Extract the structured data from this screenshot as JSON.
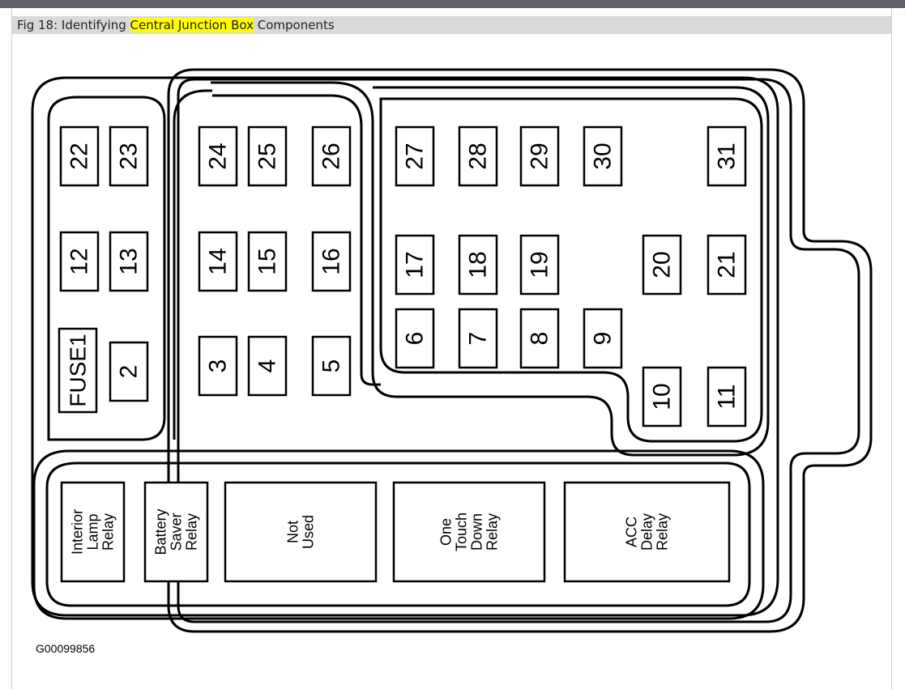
{
  "caption": {
    "prefix": "Fig 18: Identifying ",
    "highlight": "Central Junction Box",
    "suffix": " Components"
  },
  "highlight_color": "#ffff00",
  "fuses": [
    {
      "id": "22",
      "label": "22"
    },
    {
      "id": "23",
      "label": "23"
    },
    {
      "id": "24",
      "label": "24"
    },
    {
      "id": "25",
      "label": "25"
    },
    {
      "id": "26",
      "label": "26"
    },
    {
      "id": "27",
      "label": "27"
    },
    {
      "id": "28",
      "label": "28"
    },
    {
      "id": "29",
      "label": "29"
    },
    {
      "id": "30",
      "label": "30"
    },
    {
      "id": "31",
      "label": "31"
    },
    {
      "id": "12",
      "label": "12"
    },
    {
      "id": "13",
      "label": "13"
    },
    {
      "id": "14",
      "label": "14"
    },
    {
      "id": "15",
      "label": "15"
    },
    {
      "id": "16",
      "label": "16"
    },
    {
      "id": "17",
      "label": "17"
    },
    {
      "id": "18",
      "label": "18"
    },
    {
      "id": "19",
      "label": "19"
    },
    {
      "id": "20",
      "label": "20"
    },
    {
      "id": "21",
      "label": "21"
    },
    {
      "id": "6",
      "label": "6"
    },
    {
      "id": "7",
      "label": "7"
    },
    {
      "id": "8",
      "label": "8"
    },
    {
      "id": "9",
      "label": "9"
    },
    {
      "id": "fuse1",
      "label": "FUSE1"
    },
    {
      "id": "2",
      "label": "2"
    },
    {
      "id": "3",
      "label": "3"
    },
    {
      "id": "4",
      "label": "4"
    },
    {
      "id": "5",
      "label": "5"
    },
    {
      "id": "10",
      "label": "10"
    },
    {
      "id": "11",
      "label": "11"
    }
  ],
  "relays": [
    {
      "id": "interior-lamp",
      "lines": [
        "Interior",
        "Lamp",
        "Relay"
      ]
    },
    {
      "id": "battery-saver",
      "lines": [
        "Battery",
        "Saver",
        "Relay"
      ]
    },
    {
      "id": "not-used",
      "lines": [
        "Not",
        "Used"
      ]
    },
    {
      "id": "one-touch-down",
      "lines": [
        "One",
        "Touch",
        "Down",
        "Relay"
      ]
    },
    {
      "id": "acc-delay",
      "lines": [
        "ACC",
        "Delay",
        "Relay"
      ]
    }
  ],
  "figure_code": "G00099856"
}
